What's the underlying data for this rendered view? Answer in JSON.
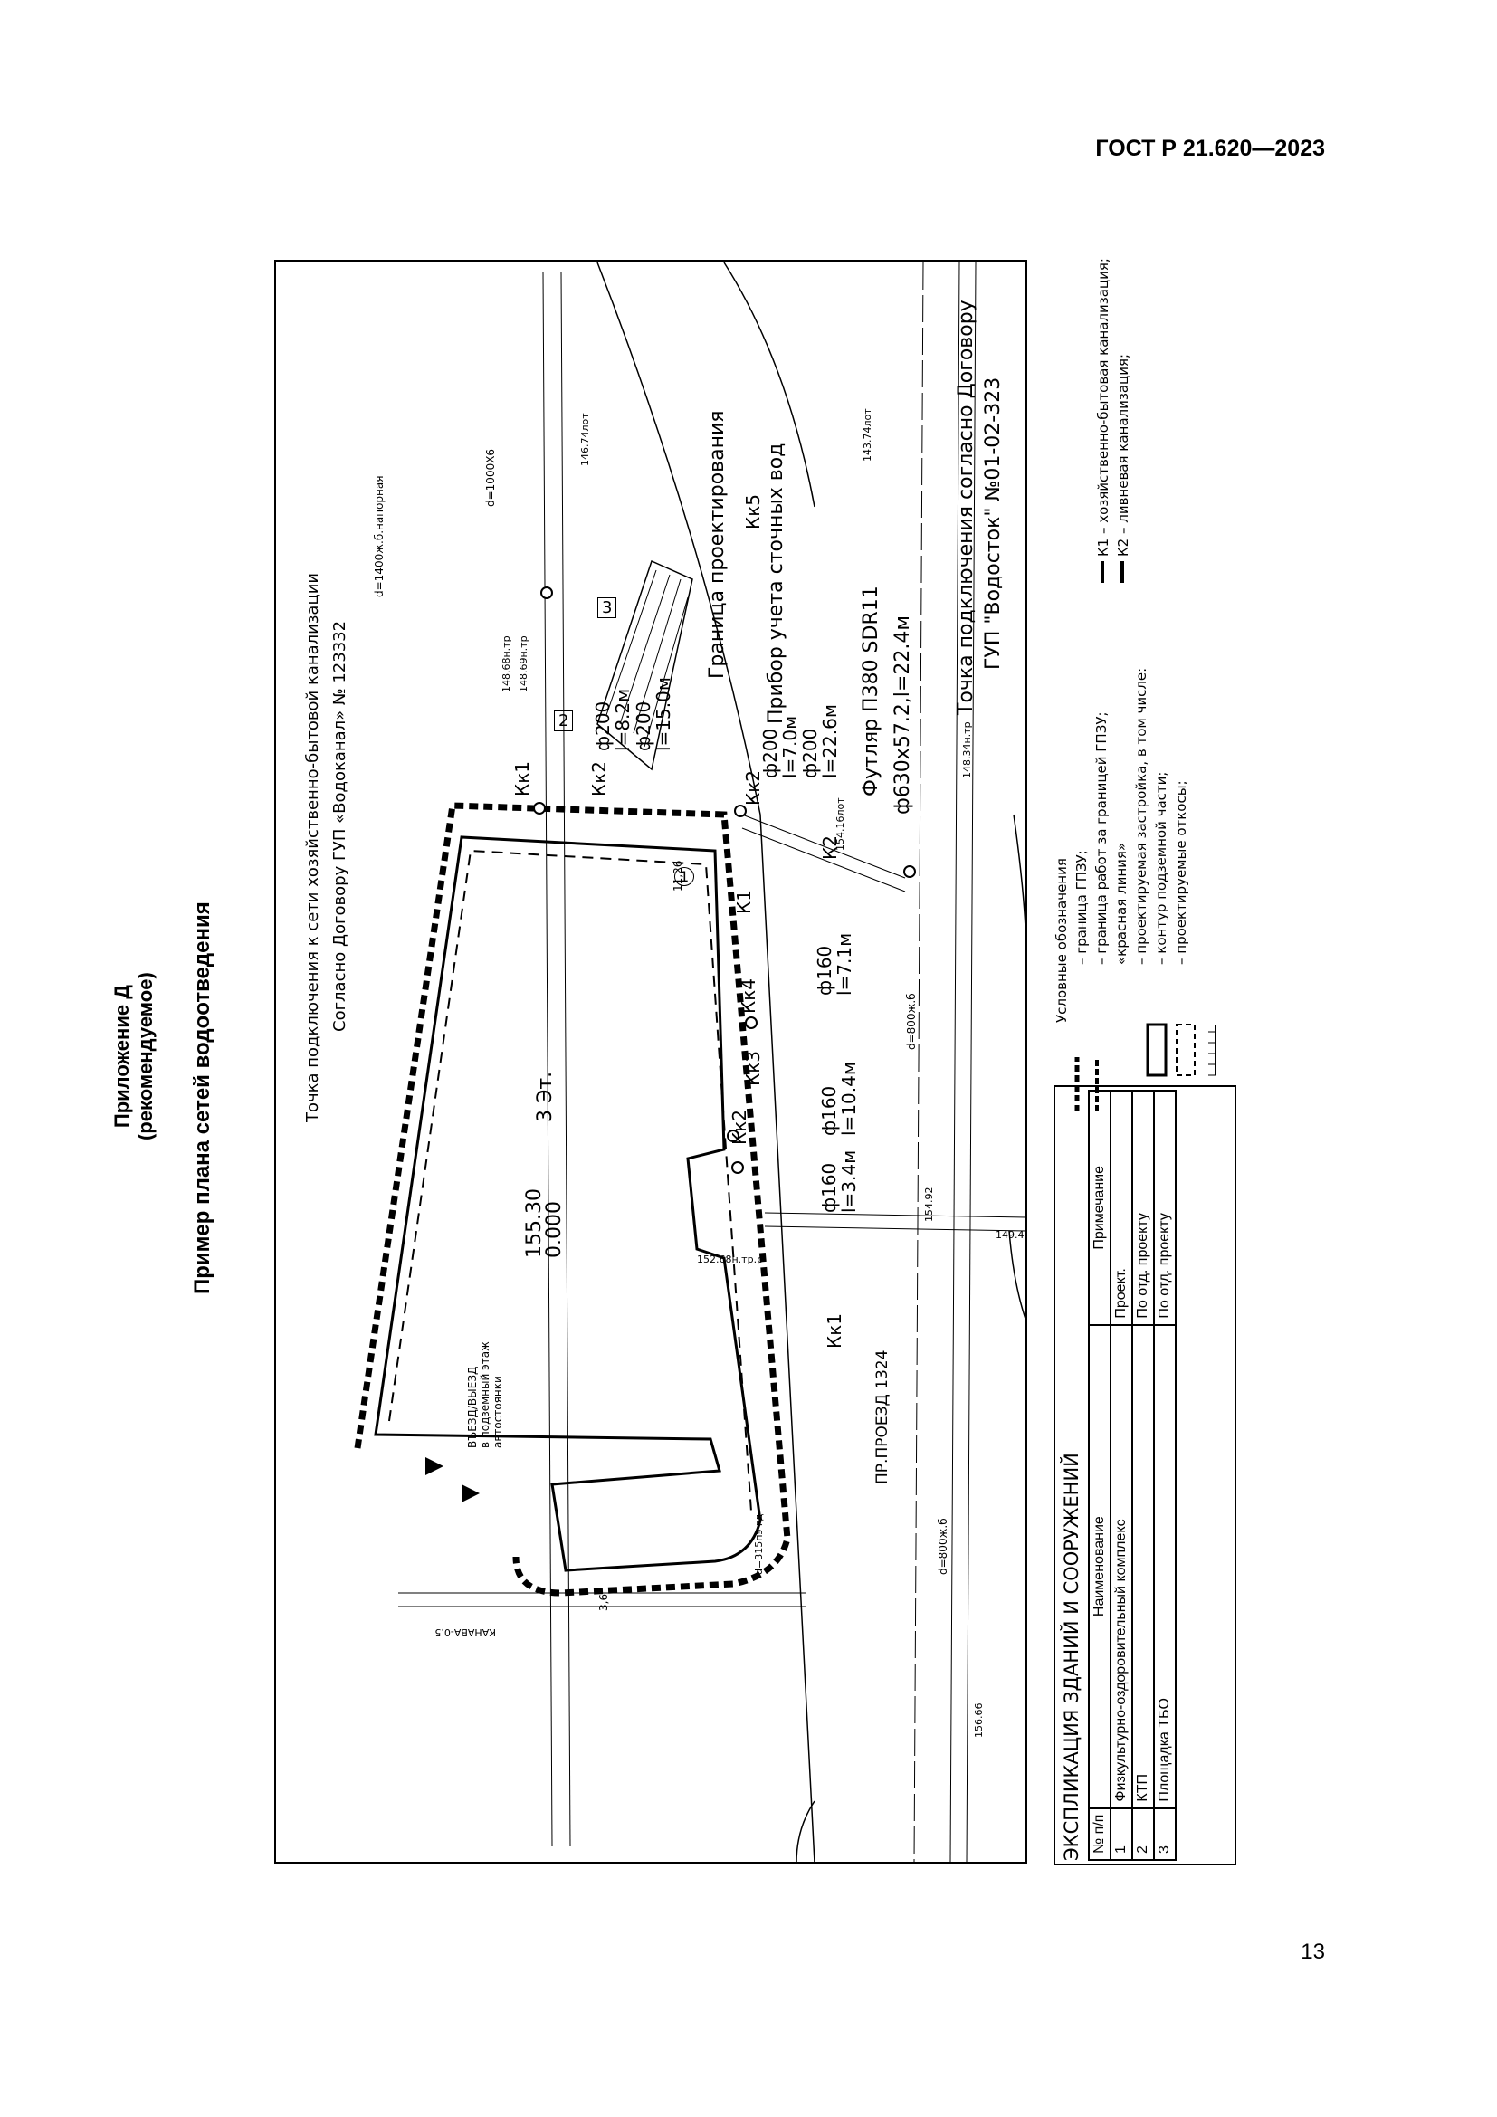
{
  "header": {
    "doc_number": "ГОСТ Р 21.620—2023"
  },
  "appendix": {
    "title": "Приложение Д",
    "subtitle": "(рекомендуемое)",
    "heading": "Пример плана сетей водоотведения"
  },
  "plan": {
    "connection_title": "Точка подключения к сети хозяйственно-бытовой канализации",
    "connection_contract": "Согласно Договору ГУП «Водоканал» № 123332",
    "building_elev_top": "155.30",
    "building_elev_bot": "0.000",
    "floors": "3 Эт.",
    "entrance_1": "ВЪЕЗД/ВЫЕЗД",
    "entrance_2": "в подземный этаж",
    "entrance_3": "автостоянки",
    "road": "ПР.ПРОЕЗД 1324",
    "boundary_label": "Граница проектирования",
    "meter_label": "Прибор учета сточных вод",
    "casing_label": "Футляр П380 SDR11",
    "casing_size": "ф630х57.2,l=22.4м",
    "storm_connection_title": "Точка подключения согласно Договору",
    "storm_connection_contract": "ГУП \"Водосток\" №01-02-323",
    "marker_1": "1",
    "marker_2": "2",
    "marker_3": "3",
    "pipe_d1400": "d=1400ж.б.напорная",
    "pipe_d1000": "d=1000Х6",
    "pipe_d800_1": "d=800ж.б",
    "pipe_d800_2": "d=800ж.б",
    "pipe_d315": "d=315пэ гд",
    "kanava": "КАНАВА-0,5",
    "dim_36": "3,6",
    "val_11_26": "11,26",
    "elev_14674": "146.74лот",
    "elev_14374": "143.74лот",
    "elev_14868": "148.68н.тр",
    "elev_14869": "148.69н.тр",
    "elev_14834": "148.34н.тр",
    "elev_15268": "152.68н.тр.р",
    "elev_1492": "149.4",
    "elev_15466": "156.66",
    "elev_15192": "154.92",
    "elev_15416": "154.16лот",
    "line_labels": {
      "K1_main": "К1",
      "K2_storm": "К2",
      "Kk1_top": "Кк1",
      "Kk1_bottom": "Кк1",
      "Kk2_top": "Кк2",
      "Kk2_mid": "Кк2",
      "Kk2_low": "Кк2",
      "Kk3": "Кк3",
      "Kk4": "Кк4",
      "Kk5": "Кк5"
    },
    "pipes": [
      {
        "d": "ф200",
        "l": "l=8.2м"
      },
      {
        "d": "ф200",
        "l": "l=15.0м"
      },
      {
        "d": "ф200",
        "l": "l=7.0м",
        "d2": "ф200",
        "l2": "l=22.6м"
      },
      {
        "d": "ф160",
        "l": "l=7.1м"
      },
      {
        "d": "ф160",
        "l": "l=10.4м"
      },
      {
        "d": "ф160",
        "l": "l=3.4м"
      }
    ]
  },
  "explication": {
    "title": "ЭКСПЛИКАЦИЯ ЗДАНИЙ И СООРУЖЕНИЙ",
    "headers": [
      "№ п/п",
      "Наименование",
      "Примечание"
    ],
    "rows": [
      [
        "1",
        "Физкультурно-оздоровительный комплекс",
        "Проект."
      ],
      [
        "2",
        "КТП",
        "По отд. проекту"
      ],
      [
        "3",
        "Площадка ТБО",
        "По отд. проекту"
      ]
    ]
  },
  "legend": {
    "title": "Условные обозначения",
    "items": [
      "– граница ГПЗУ;",
      "– граница работ за границей ГПЗУ;",
      "«красная линия»",
      "– проектируемая застройка, в том числе:",
      "– контур подземной части;",
      "– проектируемые откосы;"
    ],
    "k1_label": "К1",
    "k1_desc": "– хозяйственно-бытовая канализация;",
    "k2_label": "К2",
    "k2_desc": "– ливневая канализация;"
  },
  "footer": {
    "page_number": "13"
  }
}
